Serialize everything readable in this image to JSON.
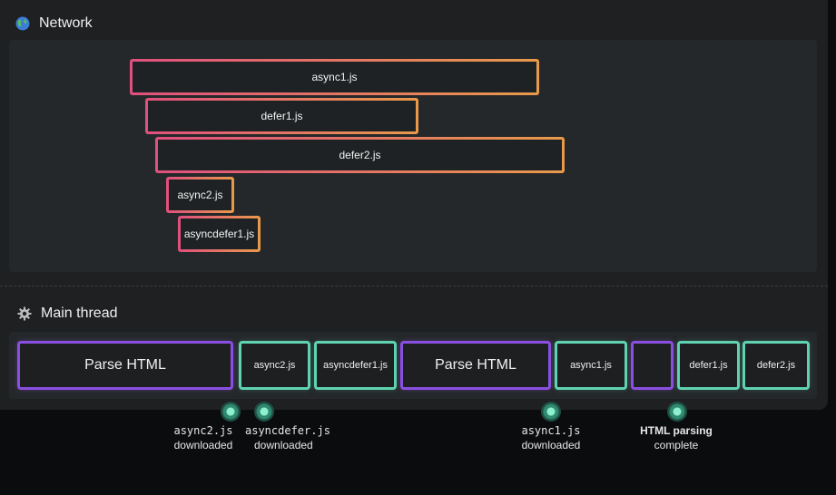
{
  "network": {
    "title": "Network",
    "icon": "globe-icon",
    "requests": [
      {
        "label": "async1.js"
      },
      {
        "label": "defer1.js"
      },
      {
        "label": "defer2.js"
      },
      {
        "label": "async2.js"
      },
      {
        "label": "asyncdefer1.js"
      }
    ]
  },
  "main_thread": {
    "title": "Main thread",
    "icon": "gear-icon",
    "tasks": [
      {
        "label": "Parse HTML",
        "kind": "parse"
      },
      {
        "label": "async2.js",
        "kind": "script"
      },
      {
        "label": "asyncdefer1.js",
        "kind": "script"
      },
      {
        "label": "Parse HTML",
        "kind": "parse"
      },
      {
        "label": "async1.js",
        "kind": "script"
      },
      {
        "label": "",
        "kind": "parse"
      },
      {
        "label": "defer1.js",
        "kind": "script"
      },
      {
        "label": "defer2.js",
        "kind": "script"
      }
    ]
  },
  "events": [
    {
      "line1": "async2.js",
      "line2": "downloaded"
    },
    {
      "line1": "asyncdefer.js",
      "line2": "downloaded"
    },
    {
      "line1": "async1.js",
      "line2": "downloaded"
    },
    {
      "line1": "HTML parsing",
      "line2": "complete"
    }
  ],
  "colors": {
    "network_gradient": [
      "#e0507e",
      "#e89a4a"
    ],
    "parse_border": "#8a4fe0",
    "script_border": "#5fd3b0",
    "event_dot": "#5fd3b0"
  }
}
